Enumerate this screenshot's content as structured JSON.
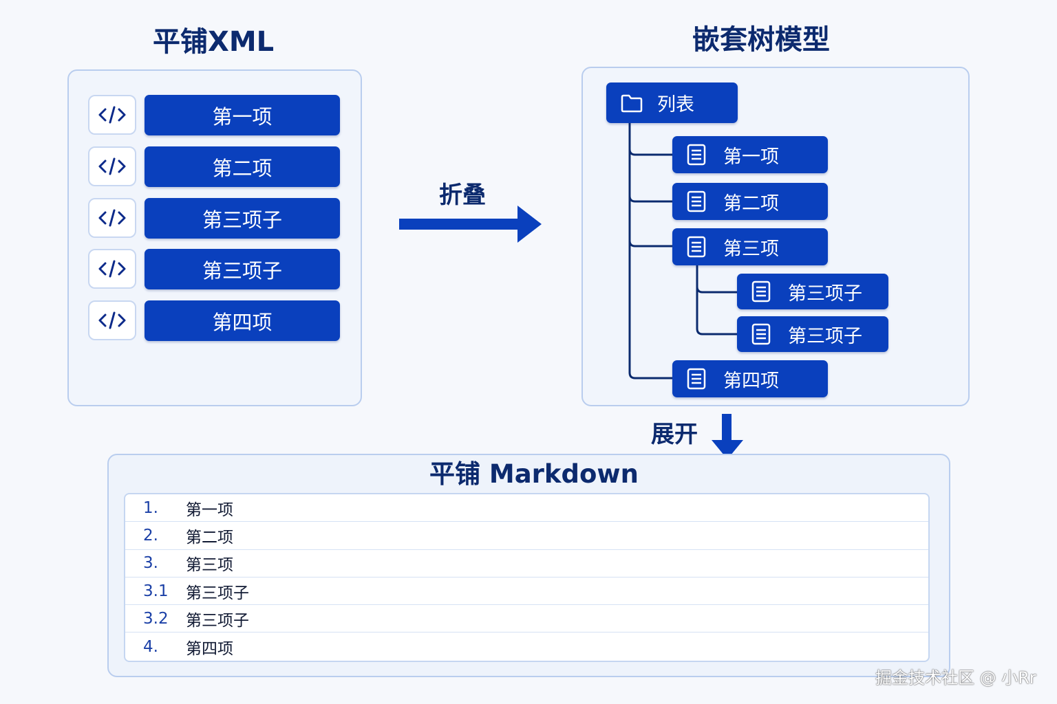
{
  "left_title": "平铺XML",
  "right_title": "嵌套树模型",
  "bottom_title": "平铺 Markdown",
  "fold_label": "折叠",
  "expand_label": "展开",
  "xml_items": [
    "第一项",
    "第二项",
    "第三项子",
    "第三项子",
    "第四项"
  ],
  "xml_icon": "code-tag-icon",
  "tree": {
    "root": "列表",
    "root_icon": "folder-icon",
    "node_icon": "document-icon",
    "children": [
      "第一项",
      "第二项",
      "第三项"
    ],
    "grandchildren": [
      "第三项子",
      "第三项子"
    ],
    "last_child": "第四项"
  },
  "markdown_rows": [
    {
      "num": "1.",
      "text": "第一项"
    },
    {
      "num": "2.",
      "text": "第二项"
    },
    {
      "num": "3.",
      "text": "第三项"
    },
    {
      "num": "3.1",
      "text": "第三项子"
    },
    {
      "num": "3.2",
      "text": "第三项子"
    },
    {
      "num": "4.",
      "text": "第四项"
    }
  ],
  "watermark": "掘金技术社区 @ 小Rr",
  "colors": {
    "accent": "#0a40bd",
    "title": "#0c2a6e",
    "panel_bg": "#f1f5fc",
    "panel_border": "#b9cdee"
  }
}
